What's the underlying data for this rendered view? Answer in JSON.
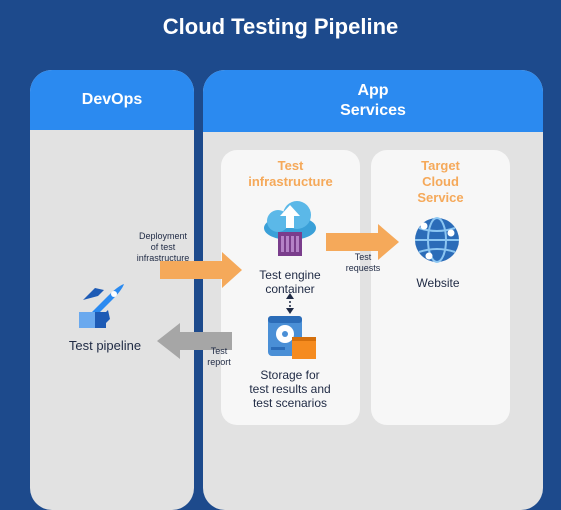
{
  "title": "Cloud Testing Pipeline",
  "devops": {
    "header": "DevOps",
    "pipeline_label": "Test pipeline"
  },
  "app_services": {
    "header_line1": "App",
    "header_line2": "Services"
  },
  "test_infrastructure": {
    "title_line1": "Test",
    "title_line2": "infrastructure",
    "engine_line1": "Test engine",
    "engine_line2": "container",
    "storage_line1": "Storage for",
    "storage_line2": "test results and",
    "storage_line3": "test scenarios"
  },
  "target_cloud": {
    "title_line1": "Target",
    "title_line2": "Cloud",
    "title_line3": "Service",
    "website_label": "Website"
  },
  "arrows": {
    "deployment_line1": "Deployment",
    "deployment_line2": "of test",
    "deployment_line3": "infrastructure",
    "requests_line1": "Test",
    "requests_line2": "requests",
    "report_line1": "Test",
    "report_line2": "report"
  },
  "colors": {
    "background": "#1d4a8c",
    "header_blue": "#2b8af0",
    "panel_gray": "#e2e2e2",
    "accent_orange": "#f5a95a",
    "report_arrow_gray": "#a6a6a6"
  }
}
